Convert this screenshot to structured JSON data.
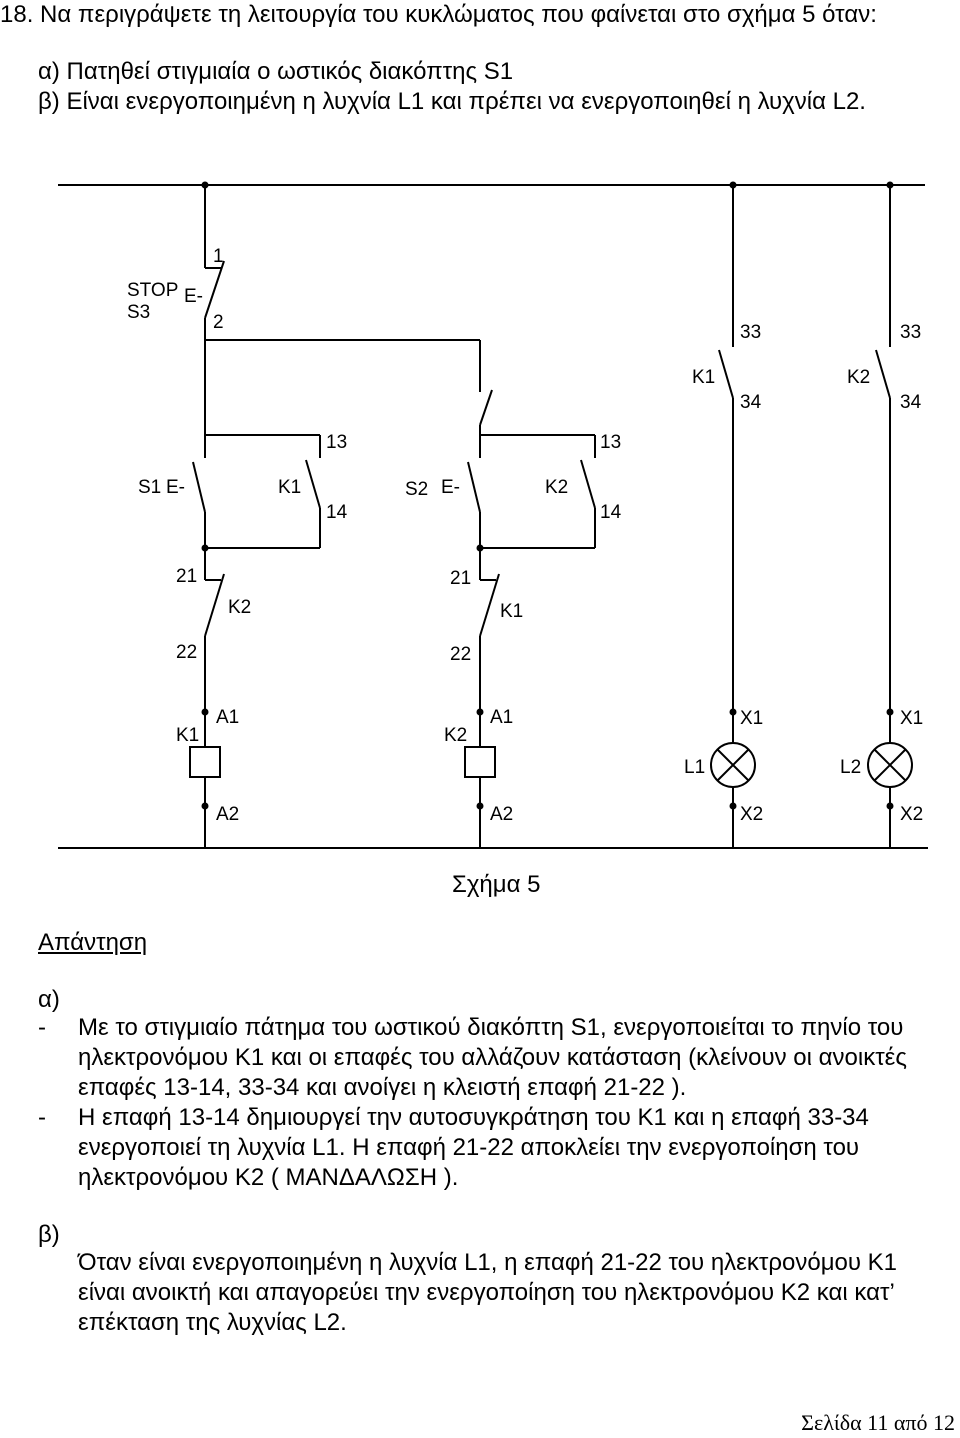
{
  "question": {
    "title": "18. Να περιγράψετε τη λειτουργία του κυκλώματος που φαίνεται στο σχήμα 5 όταν:",
    "case_a": "α) Πατηθεί στιγμιαία ο ωστικός διακόπτης S1",
    "case_b": "β) Είναι ενεργοποιημένη η λυχνία L1 και πρέπει να ενεργοποιηθεί η λυχνία L2."
  },
  "figure": {
    "caption": "Σχήμα 5",
    "stop_s3": {
      "name": "STOP",
      "tag": "S3",
      "actuator": "E-",
      "terminal_top": "1",
      "terminal_bottom": "2"
    },
    "s1": {
      "tag": "S1",
      "actuator": "E-"
    },
    "k1_hold": {
      "tag": "K1",
      "terminal_top": "13",
      "terminal_bottom": "14"
    },
    "s2": {
      "tag": "S2",
      "actuator": "E-"
    },
    "k2_hold": {
      "tag": "K2",
      "terminal_top": "13",
      "terminal_bottom": "14"
    },
    "k2_interlock": {
      "tag": "K2",
      "terminal_top": "21",
      "terminal_bottom": "22"
    },
    "k1_interlock": {
      "tag": "K1",
      "terminal_top": "21",
      "terminal_bottom": "22"
    },
    "k1_coil": {
      "tag": "K1",
      "terminal_top": "A1",
      "terminal_bottom": "A2"
    },
    "k2_coil": {
      "tag": "K2",
      "terminal_top": "A1",
      "terminal_bottom": "A2"
    },
    "k1_lamp_contact": {
      "tag": "K1",
      "terminal_top": "33",
      "terminal_bottom": "34"
    },
    "k2_lamp_contact": {
      "tag": "K2",
      "terminal_top": "33",
      "terminal_bottom": "34"
    },
    "lamp_l1": {
      "tag": "L1",
      "terminal_top": "X1",
      "terminal_bottom": "X2"
    },
    "lamp_l2": {
      "tag": "L2",
      "terminal_top": "X1",
      "terminal_bottom": "X2"
    }
  },
  "answer": {
    "heading": "Απάντηση",
    "part_a": {
      "label": "α)",
      "bullets": [
        {
          "marker": "-",
          "lines": [
            "Με το στιγμιαίο πάτημα του ωστικού διακόπτη S1, ενεργοποιείται το πηνίο του",
            "ηλεκτρονόμου Κ1 και οι επαφές του αλλάζουν κατάσταση (κλείνουν οι ανοικτές",
            "επαφές 13-14, 33-34 και ανοίγει η κλειστή επαφή 21-22 )."
          ]
        },
        {
          "marker": "-",
          "lines": [
            "Η επαφή 13-14 δημιουργεί την αυτοσυγκράτηση του Κ1 και η επαφή 33-34",
            "ενεργοποιεί τη λυχνία L1. Η επαφή 21-22 αποκλείει την ενεργοποίηση του",
            "ηλεκτρονόμου Κ2 ( ΜΑΝΔΑΛΩΣΗ )."
          ]
        }
      ]
    },
    "part_b": {
      "label": "β)",
      "lines": [
        "Όταν είναι ενεργοποιημένη η λυχνία L1, η επαφή 21-22 του ηλεκτρονόμου Κ1",
        "είναι ανοικτή και απαγορεύει την ενεργοποίηση του ηλεκτρονόμου Κ2 και κατ’",
        "επέκταση της λυχνίας L2."
      ]
    }
  },
  "footer": {
    "page": "Σελίδα 11 από 12"
  }
}
